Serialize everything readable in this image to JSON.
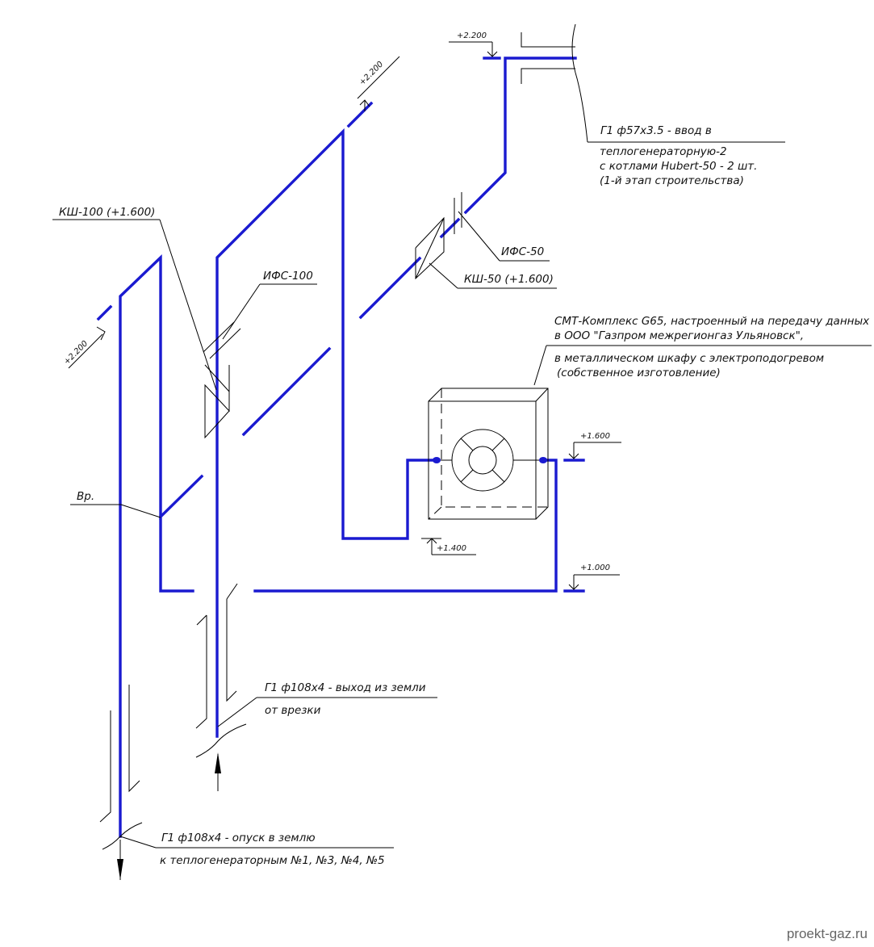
{
  "labels": {
    "ks100": "КШ-100 (+1.600)",
    "ifs100": "ИФС-100",
    "ifs50": "ИФС-50",
    "ks50": "КШ-50 (+1.600)",
    "vr": "Вр.",
    "elev_left": "+2.200",
    "elev_mid": "+2.200",
    "elev_top": "+2.200",
    "elev_1600": "+1.600",
    "elev_1400": "+1.400",
    "elev_1000": "+1.000"
  },
  "notes": {
    "inlet_1": "Г1 ф57х3.5 - ввод в",
    "inlet_2": "теплогенераторную-2",
    "inlet_3": "с котлами Hubert-50 - 2 шт.",
    "inlet_4": "(1-й этап строительства)",
    "smt_1": "СМТ-Комплекс G65, настроенный на передачу данных",
    "smt_2": "в ООО \"Газпром межрегионгаз Ульяновск\",",
    "smt_3": "в металлическом шкафу с электроподогревом",
    "smt_4": "(собственное изготовление)",
    "exit_1": "Г1 ф108х4 - выход из земли",
    "exit_2": "от врезки",
    "down_1": "Г1 ф108х4 - опуск в землю",
    "down_2": "к теплогенераторным №1, №3, №4, №5"
  },
  "watermark": "proekt-gaz.ru",
  "colors": {
    "pipe": "#1a1ad0",
    "line": "#000000",
    "watermark": "#666666"
  }
}
